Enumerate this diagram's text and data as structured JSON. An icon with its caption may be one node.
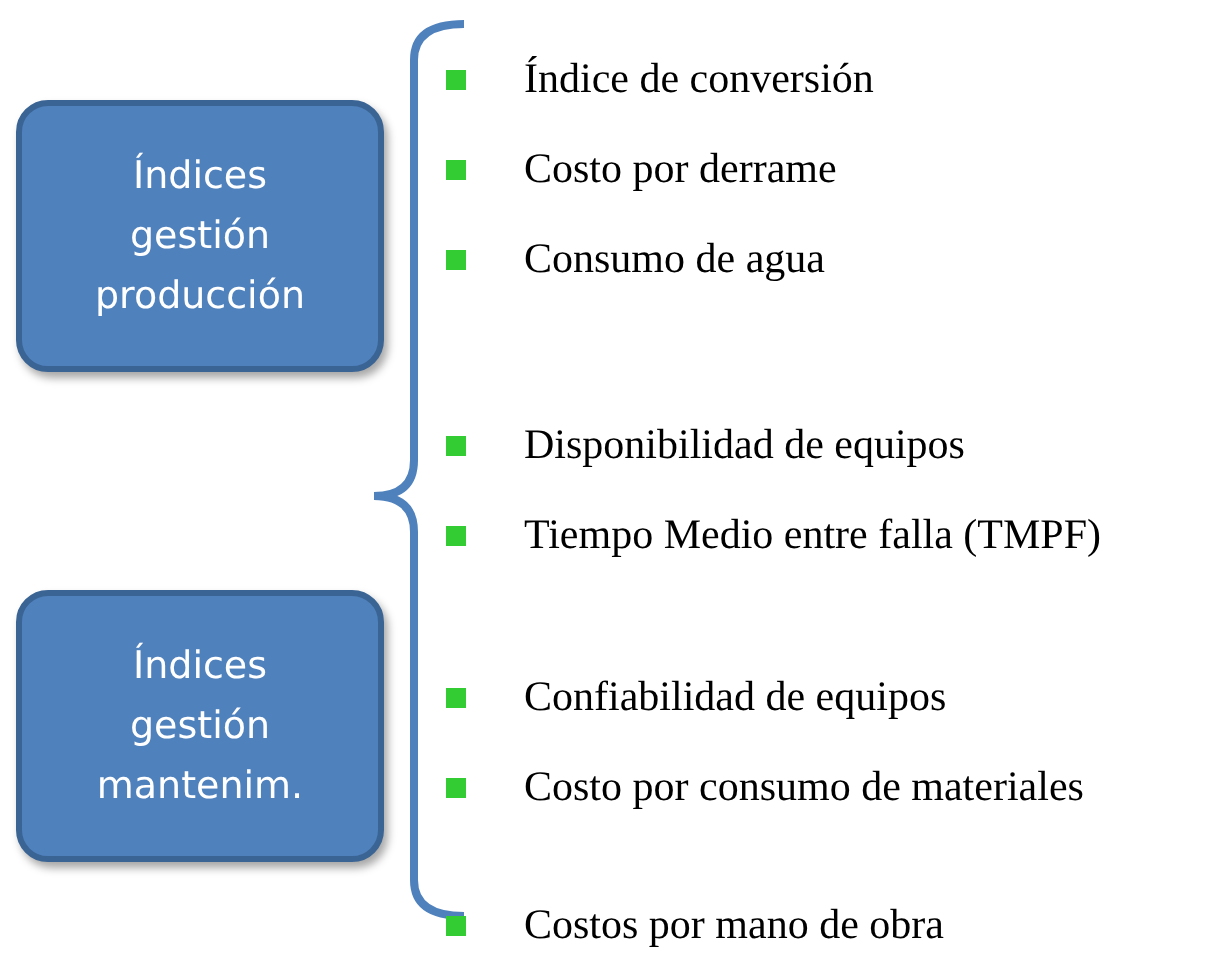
{
  "diagram": {
    "nodes": [
      {
        "text": [
          "Índices gestión producción"
        ]
      },
      {
        "text": [
          "Índices gestión mantenim."
        ]
      }
    ],
    "labels": [
      "Índice de conversión",
      "Costo por derrame",
      "Consumo de agua",
      "Disponibilidad de equipos",
      "Tiempo Medio entre falla (TMPF)",
      "Confiabilidad de equipos",
      "Costo por consumo de materiales",
      "Costos por mano de obra"
    ]
  }
}
